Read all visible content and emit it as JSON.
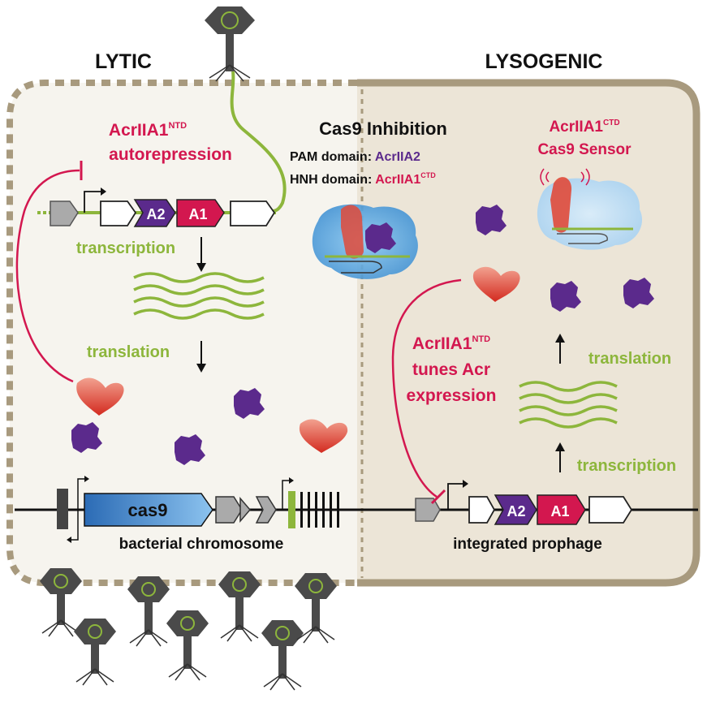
{
  "headers": {
    "lytic": "LYTIC",
    "lysogenic": "LYSOGENIC"
  },
  "labels": {
    "acr1_ntd_a": "AcrIIA1",
    "acr1_ntd_a_sup": "NTD",
    "autorepression": "autorepression",
    "cas9_inhibition": "Cas9 Inhibition",
    "pam_domain": "PAM domain: ",
    "pam_acr": "AcrIIA2",
    "hnh_domain": "HNH domain: ",
    "hnh_acr": "AcrIIA1",
    "hnh_acr_sup": "CTD",
    "sensor_a": "AcrIIA1",
    "sensor_a_sup": "CTD",
    "sensor_b": "Cas9 Sensor",
    "transcription_left": "transcription",
    "translation_left": "translation",
    "tunes_a": "AcrIIA1",
    "tunes_a_sup": "NTD",
    "tunes_b": "tunes Acr",
    "tunes_c": "expression",
    "translation_right": "translation",
    "transcription_right": "transcription",
    "cas9_gene": "cas9",
    "bacterial_chromosome": "bacterial chromosome",
    "integrated_prophage": "integrated prophage",
    "gene_a2": "A2",
    "gene_a1": "A1",
    "gene_a2_right": "A2",
    "gene_a1_right": "A1"
  },
  "colors": {
    "magenta": "#d3174f",
    "green": "#8db63c",
    "purple": "#5b2a8c",
    "cell_border": "#a89a7e",
    "lysogenic_fill": "#ece5d7",
    "lytic_fill": "#f6f4ee"
  }
}
